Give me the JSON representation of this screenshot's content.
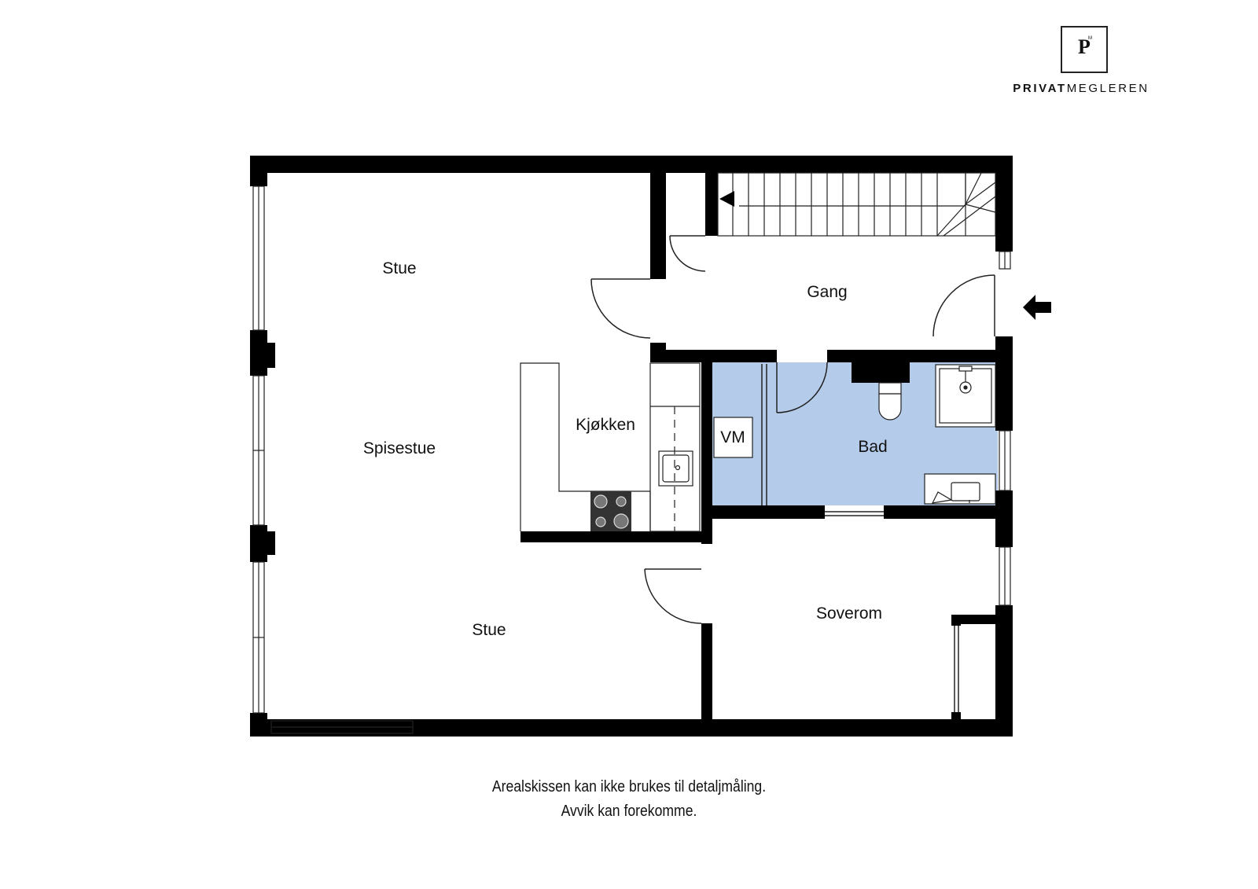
{
  "logo": {
    "letter": "P",
    "tm": "M",
    "brand_bold": "PRIVAT",
    "brand_regular": "MEGLEREN"
  },
  "rooms": {
    "stue_top": "Stue",
    "spisestue": "Spisestue",
    "kjokken": "Kjøkken",
    "gang": "Gang",
    "vm": "VM",
    "bad": "Bad",
    "soverom": "Soverom",
    "stue_bottom": "Stue"
  },
  "disclaimer": {
    "line1": "Arealskissen kan ikke brukes til detaljmåling.",
    "line2": "Avvik kan forekomme."
  },
  "colors": {
    "wall": "#000000",
    "bathroom_fill": "#b4cbea",
    "line": "#222222"
  }
}
